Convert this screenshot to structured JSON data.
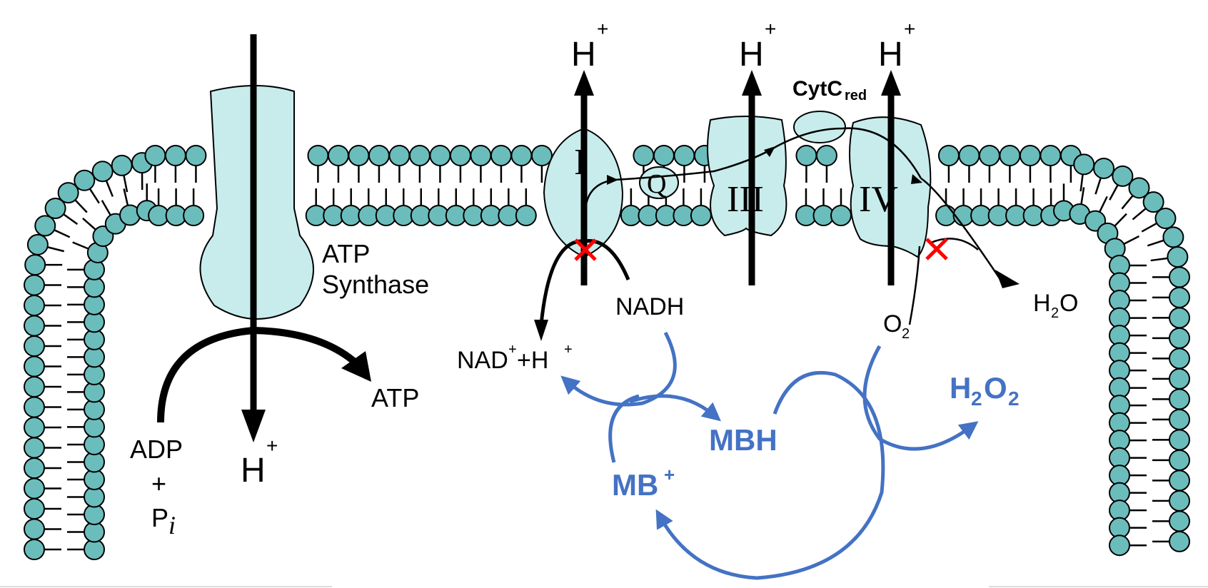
{
  "labels": {
    "h_plus_symbol": "H",
    "plus_sign": "+",
    "atp_synthase_line1": "ATP",
    "atp_synthase_line2": "Synthase",
    "atp": "ATP",
    "adp_line1": "ADP",
    "adp_line2": "+",
    "pi_p": "P",
    "pi_i": "i",
    "complex_1": "I",
    "complex_3": "III",
    "complex_4": "IV",
    "quinone": "Q",
    "cytc_main": "CytC",
    "cytc_sub": "red",
    "nadh": "NADH",
    "nad_nad": "NAD",
    "nad_plus1": "+",
    "nad_rest": "+H",
    "nad_plus2": "+",
    "o2_main": "O",
    "o2_sub": "2",
    "h2o_h": "H",
    "h2o_sub": "2",
    "h2o_o": "O",
    "mb_plus_main": "MB",
    "mb_plus_sup": "+",
    "mbh": "MBH",
    "h2o2_h": "H",
    "h2o2_sub1": "2",
    "h2o2_o": "O",
    "h2o2_sub2": "2"
  },
  "colors": {
    "protein_fill": "#C8ECEC",
    "lipid_head": "#6BBDBC",
    "cycle_blue": "#4472C4",
    "block_red": "#FF0000"
  }
}
